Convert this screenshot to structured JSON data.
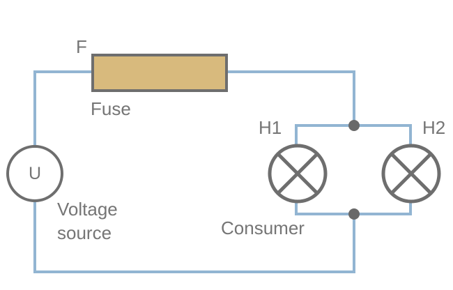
{
  "diagram": {
    "kind": "electrical-circuit",
    "background": "#ffffff",
    "colors": {
      "wire": "#92b5d2",
      "component_stroke": "#6e6e6e",
      "junction_dot": "#696969",
      "fuse_fill": "#d8ba7d",
      "label_text": "#757575"
    },
    "components": {
      "fuse": {
        "ref": "F",
        "name": "Fuse"
      },
      "voltage_source": {
        "symbol": "U",
        "name": "Voltage source"
      },
      "lamp_h1": {
        "ref": "H1"
      },
      "lamp_h2": {
        "ref": "H2"
      },
      "consumer_label": "Consumer"
    }
  }
}
